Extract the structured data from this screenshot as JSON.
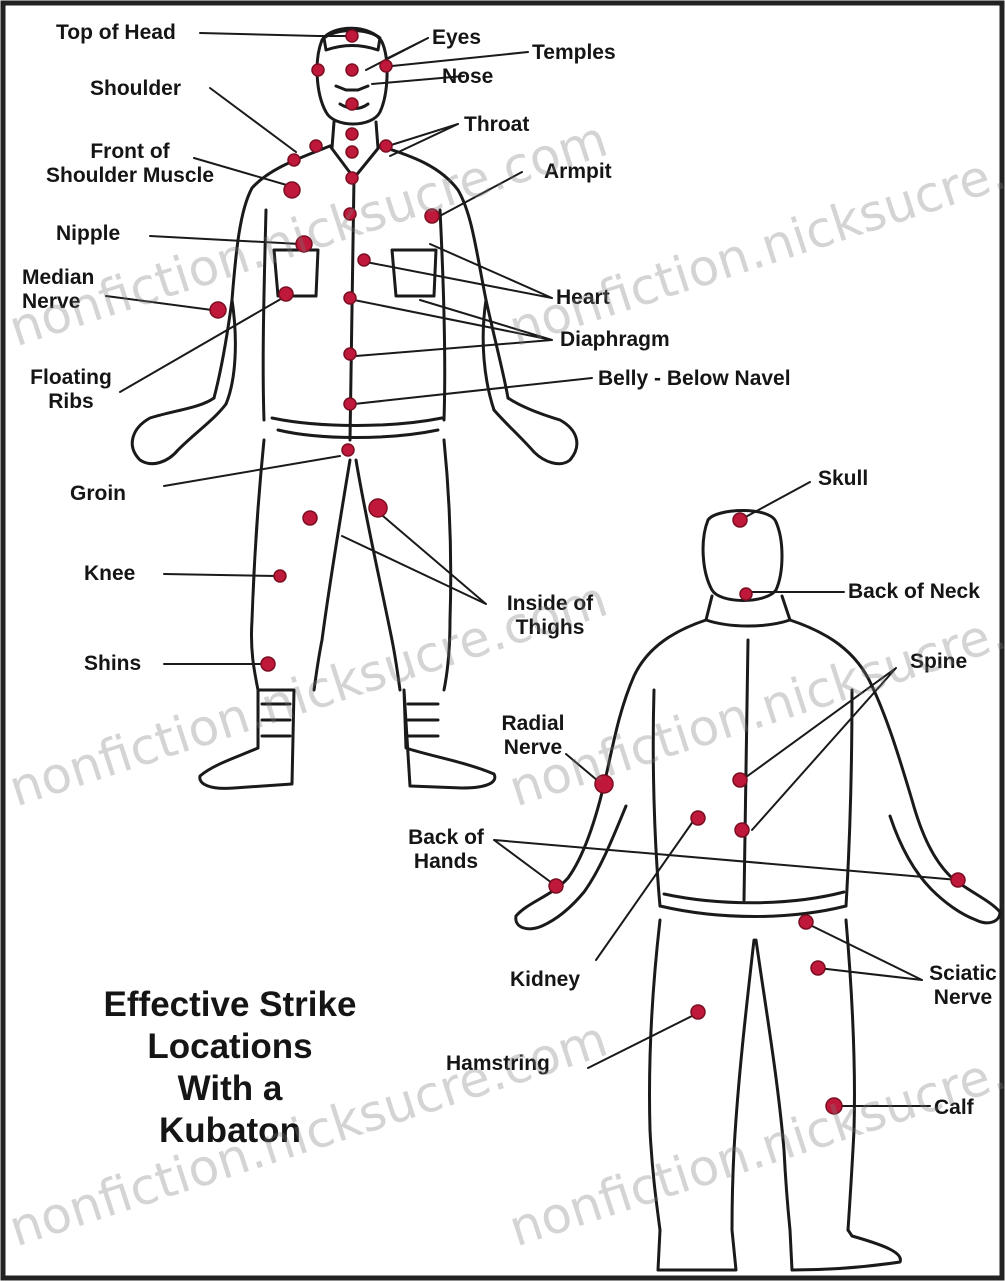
{
  "title_lines": [
    "Effective Strike",
    "Locations",
    "With a",
    "Kubaton"
  ],
  "labels": {
    "top_of_head": "Top of Head",
    "eyes": "Eyes",
    "temples": "Temples",
    "nose": "Nose",
    "shoulder": "Shoulder",
    "throat": "Throat",
    "front_of_shoulder_1": "Front of",
    "front_of_shoulder_2": "Shoulder Muscle",
    "armpit": "Armpit",
    "nipple": "Nipple",
    "median_nerve_1": "Median",
    "median_nerve_2": "Nerve",
    "heart": "Heart",
    "diaphragm": "Diaphragm",
    "floating_ribs_1": "Floating",
    "floating_ribs_2": "Ribs",
    "belly": "Belly - Below Navel",
    "groin": "Groin",
    "knee": "Knee",
    "inside_thighs_1": "Inside of",
    "inside_thighs_2": "Thighs",
    "shins": "Shins",
    "skull": "Skull",
    "back_of_neck": "Back of Neck",
    "spine": "Spine",
    "radial_nerve_1": "Radial",
    "radial_nerve_2": "Nerve",
    "back_of_hands_1": "Back of",
    "back_of_hands_2": "Hands",
    "kidney": "Kidney",
    "sciatic_nerve_1": "Sciatic",
    "sciatic_nerve_2": "Nerve",
    "hamstring": "Hamstring",
    "calf": "Calf"
  },
  "watermark": "nonfiction.nicksucre.com",
  "colors": {
    "strike_point": "#c0183a",
    "ink": "#151515",
    "background": "#ffffff"
  }
}
